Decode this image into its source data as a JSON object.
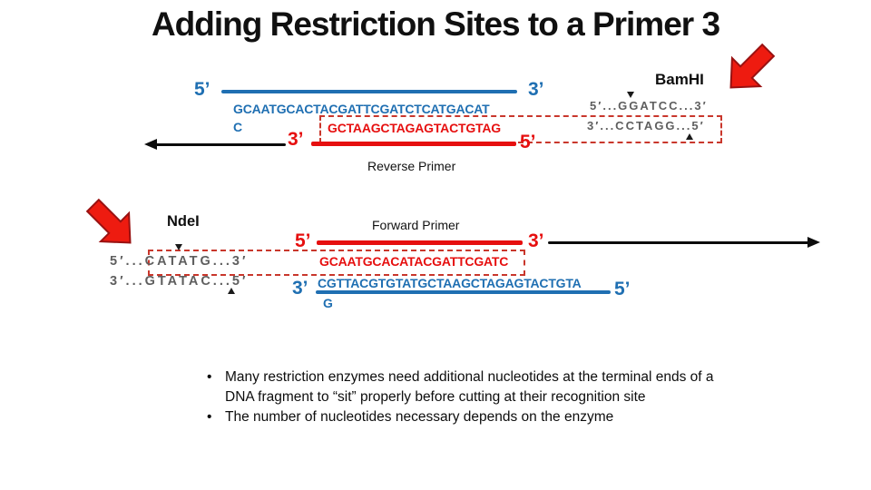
{
  "title": "Adding Restriction Sites to a Primer 3",
  "colors": {
    "blue": "#1f6fb2",
    "red": "#e60f0f",
    "dashed_red": "#c9372c",
    "site_gray": "#5f5f5f",
    "black": "#0c0c0c"
  },
  "reverse_diagram": {
    "template_5": "5’",
    "template_3": "3’",
    "template_seq": "GCAATGCACTACGATTCGATCTCATGACAT",
    "template_seq_cont": "C",
    "primer_3": "3’",
    "primer_seq": "GCTAAGCTAGAGTACTGTAG",
    "primer_5": "5’",
    "label": "Reverse Primer"
  },
  "bamhi": {
    "name": "BamHI",
    "site_top": "5′...GGATCC...3′",
    "site_bottom": "3′...CCTAGG...5′"
  },
  "ndei": {
    "name": "NdeI",
    "site_top": "5′...CATATG...3′",
    "site_bottom": "3′...GTATAC...5′"
  },
  "forward_diagram": {
    "label": "Forward Primer",
    "primer_5": "5’",
    "primer_3": "3’",
    "primer_seq": "GCAATGCACATACGATTCGATC",
    "template_3": "3’",
    "template_seq": "CGTTACGTGTATGCTAAGCTAGAGTACTGTA",
    "template_seq_cont": "G",
    "template_5": "5’"
  },
  "bullets": {
    "marker": "•",
    "items": [
      "Many restriction enzymes need additional nucleotides at the terminal ends of a DNA fragment to “sit” properly before cutting at their recognition site",
      "The number of nucleotides necessary depends on the enzyme"
    ]
  }
}
